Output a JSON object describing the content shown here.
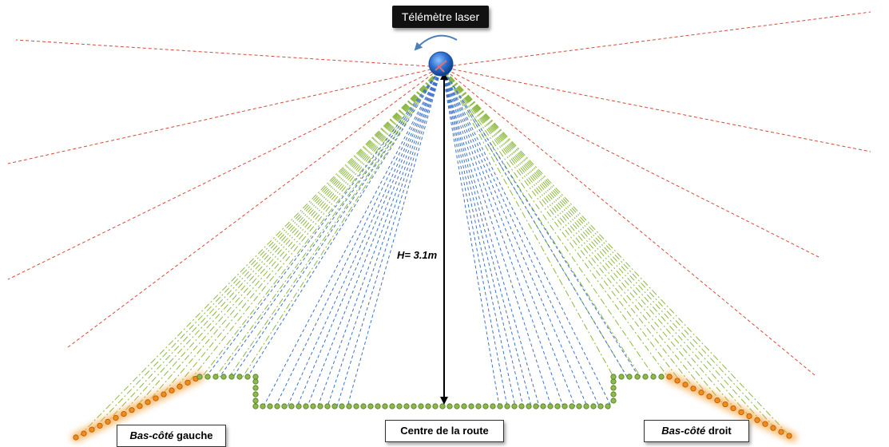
{
  "title": "Télémètre laser",
  "height_label": "H= 3.1m",
  "center_label": "Centre de la route",
  "left_label": {
    "italic": "Bas-côté",
    "rest": " gauche"
  },
  "right_label": {
    "italic": "Bas-côté",
    "rest": " droit"
  },
  "colors": {
    "red_rays": "#d64a3a",
    "blue_rays": "#3f73c8",
    "green_rays": "#8db843",
    "ground_points": "#8db84a",
    "shoulder_points": "#f08a1c",
    "sensor": "#2b6fd0",
    "arrow": "#000000"
  }
}
